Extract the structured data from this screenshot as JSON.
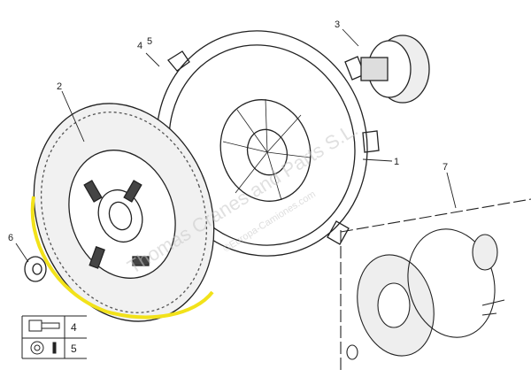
{
  "callouts": {
    "c1": "1",
    "c2": "2",
    "c3": "3",
    "c4": "4",
    "c5": "5",
    "c6": "6",
    "c7": "7"
  },
  "legend": {
    "bolt_ref": "4",
    "washer_ref": "5"
  },
  "watermark": {
    "line1": "Thomas Cranes and Parts S.L.",
    "line2": "©Europa-Camiones.com"
  },
  "colors": {
    "highlight": "#f2e21a",
    "line": "#222222"
  }
}
